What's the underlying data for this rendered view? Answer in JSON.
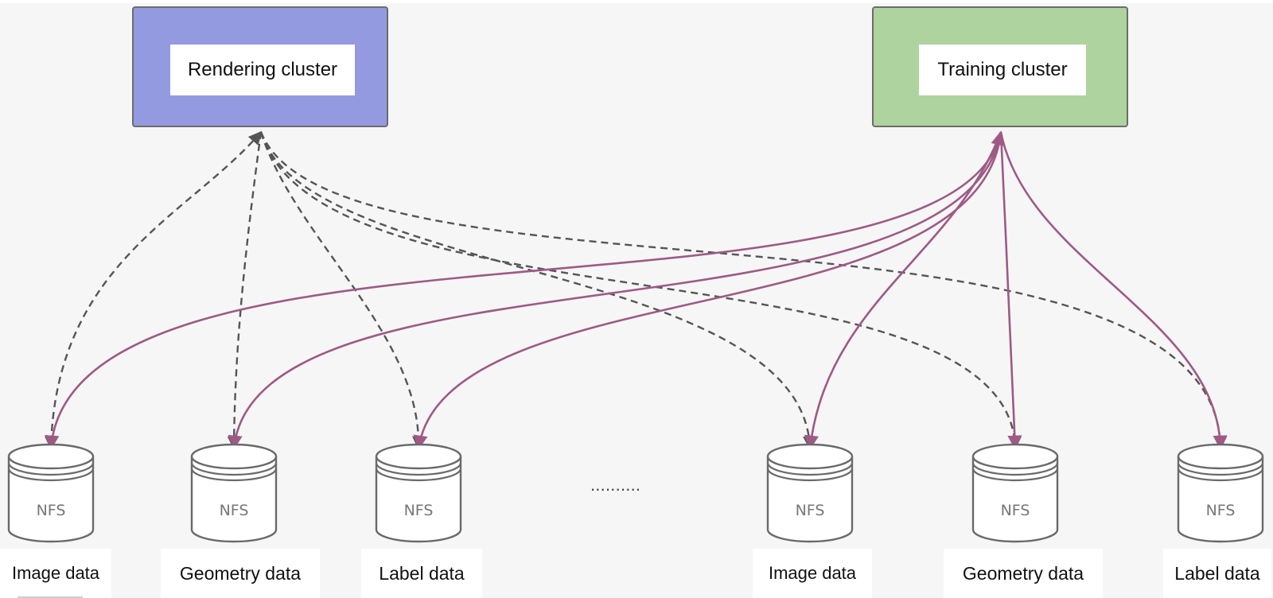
{
  "clusters": {
    "rendering": {
      "label": "Rendering cluster",
      "color": "#949ae0"
    },
    "training": {
      "label": "Training cluster",
      "color": "#afd39e"
    }
  },
  "storage_badge": "NFS",
  "ellipsis": "··········",
  "stores": [
    {
      "id": "image-1",
      "label": "Image data"
    },
    {
      "id": "geometry-1",
      "label": "Geometry data"
    },
    {
      "id": "label-1",
      "label": "Label data"
    },
    {
      "id": "image-2",
      "label": "Image data"
    },
    {
      "id": "geometry-2",
      "label": "Geometry data"
    },
    {
      "id": "label-2",
      "label": "Label data"
    }
  ],
  "colors": {
    "render_link": "#555555",
    "train_link": "#9e5a85",
    "cylinder": "#6a6a6a"
  }
}
